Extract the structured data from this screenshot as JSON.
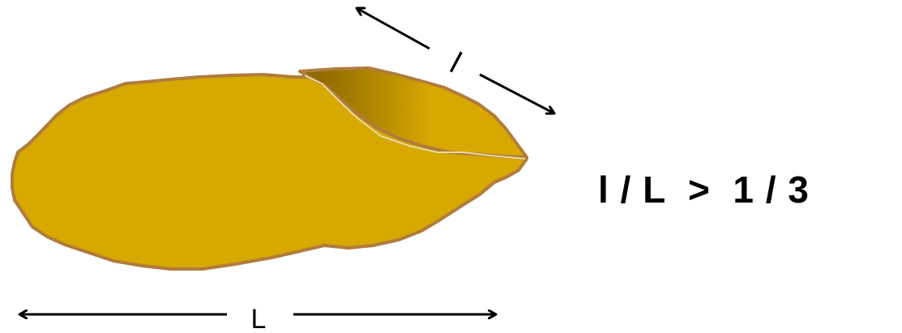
{
  "diagram": {
    "colors": {
      "body_fill": "#D6A800",
      "outline": "#B07C3C",
      "flap_dark": "#8E6A00",
      "flap_light": "#D9A800",
      "arrow": "#000000",
      "text": "#000000"
    },
    "labels": {
      "length": "L",
      "flap": "l"
    },
    "formula": {
      "text": "l / L  >  1 / 3"
    }
  }
}
